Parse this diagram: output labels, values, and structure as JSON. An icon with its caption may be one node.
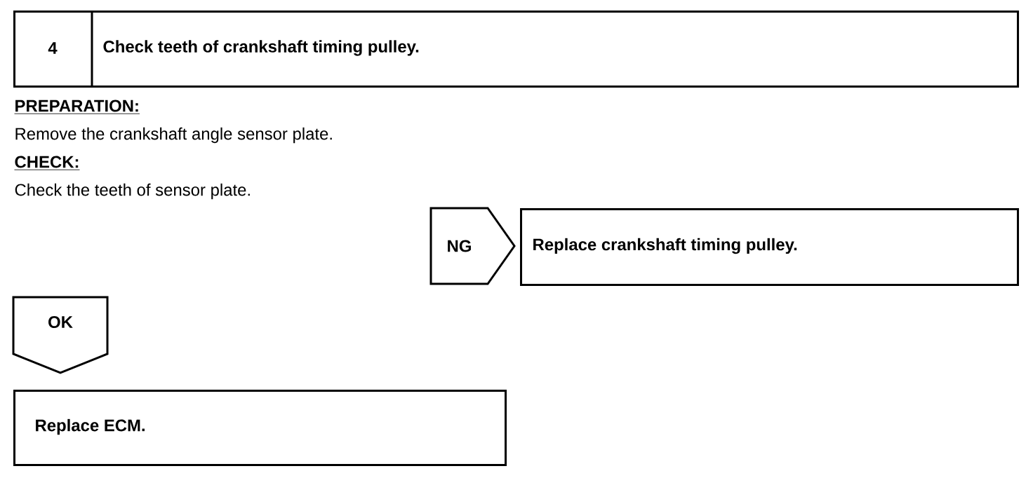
{
  "diagram": {
    "nodes": [
      {
        "text": [
          "4",
          "Check teeth of crankshaft timing pulley."
        ]
      },
      {
        "text": [
          "NG"
        ]
      },
      {
        "text": [
          "Replace crankshaft timing pulley."
        ]
      },
      {
        "text": [
          "OK"
        ]
      },
      {
        "text": [
          "Replace ECM."
        ]
      }
    ],
    "labels": [
      "PREPARATION:",
      "Remove the crankshaft angle sensor plate.",
      "CHECK:",
      "Check the teeth of sensor plate."
    ]
  }
}
